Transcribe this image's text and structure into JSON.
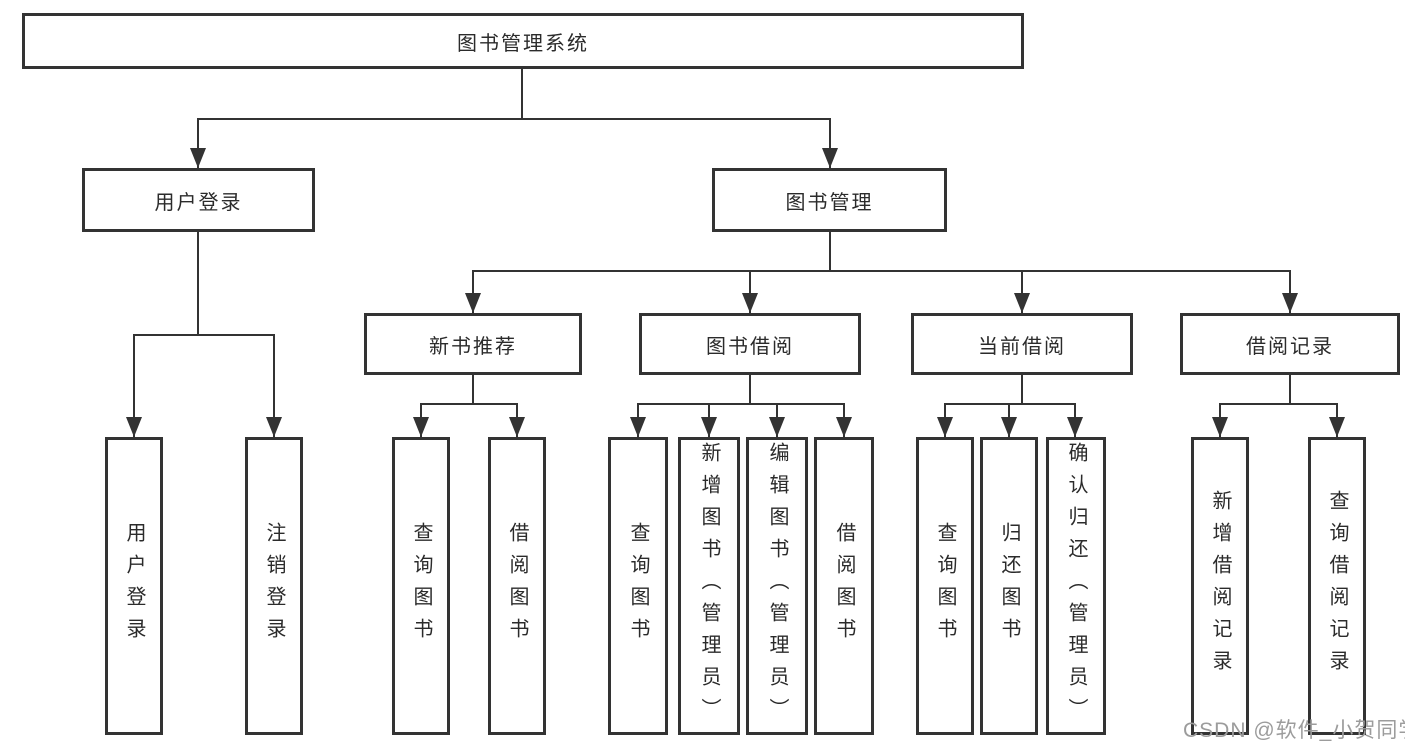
{
  "diagram": {
    "root": {
      "label": "图书管理系统"
    },
    "level2": [
      {
        "label": "用户登录"
      },
      {
        "label": "图书管理"
      }
    ],
    "level3": [
      {
        "label": "新书推荐"
      },
      {
        "label": "图书借阅"
      },
      {
        "label": "当前借阅"
      },
      {
        "label": "借阅记录"
      }
    ],
    "leaves": {
      "login": [
        {
          "label": "用户登录"
        },
        {
          "label": "注销登录"
        }
      ],
      "recommend": [
        {
          "label": "查询图书"
        },
        {
          "label": "借阅图书"
        }
      ],
      "borrow": [
        {
          "label": "查询图书"
        },
        {
          "label": "新增图书（管理员）"
        },
        {
          "label": "编辑图书（管理员）"
        },
        {
          "label": "借阅图书"
        }
      ],
      "current": [
        {
          "label": "查询图书"
        },
        {
          "label": "归还图书"
        },
        {
          "label": "确认归还（管理员）"
        }
      ],
      "records": [
        {
          "label": "新增借阅记录"
        },
        {
          "label": "查询借阅记录"
        }
      ]
    },
    "watermark": "CSDN @软件_小贺同学",
    "colors": {
      "line": "#333333",
      "text": "#2b2b2b",
      "watermark": "#9c9c9c",
      "background": "#ffffff"
    }
  }
}
